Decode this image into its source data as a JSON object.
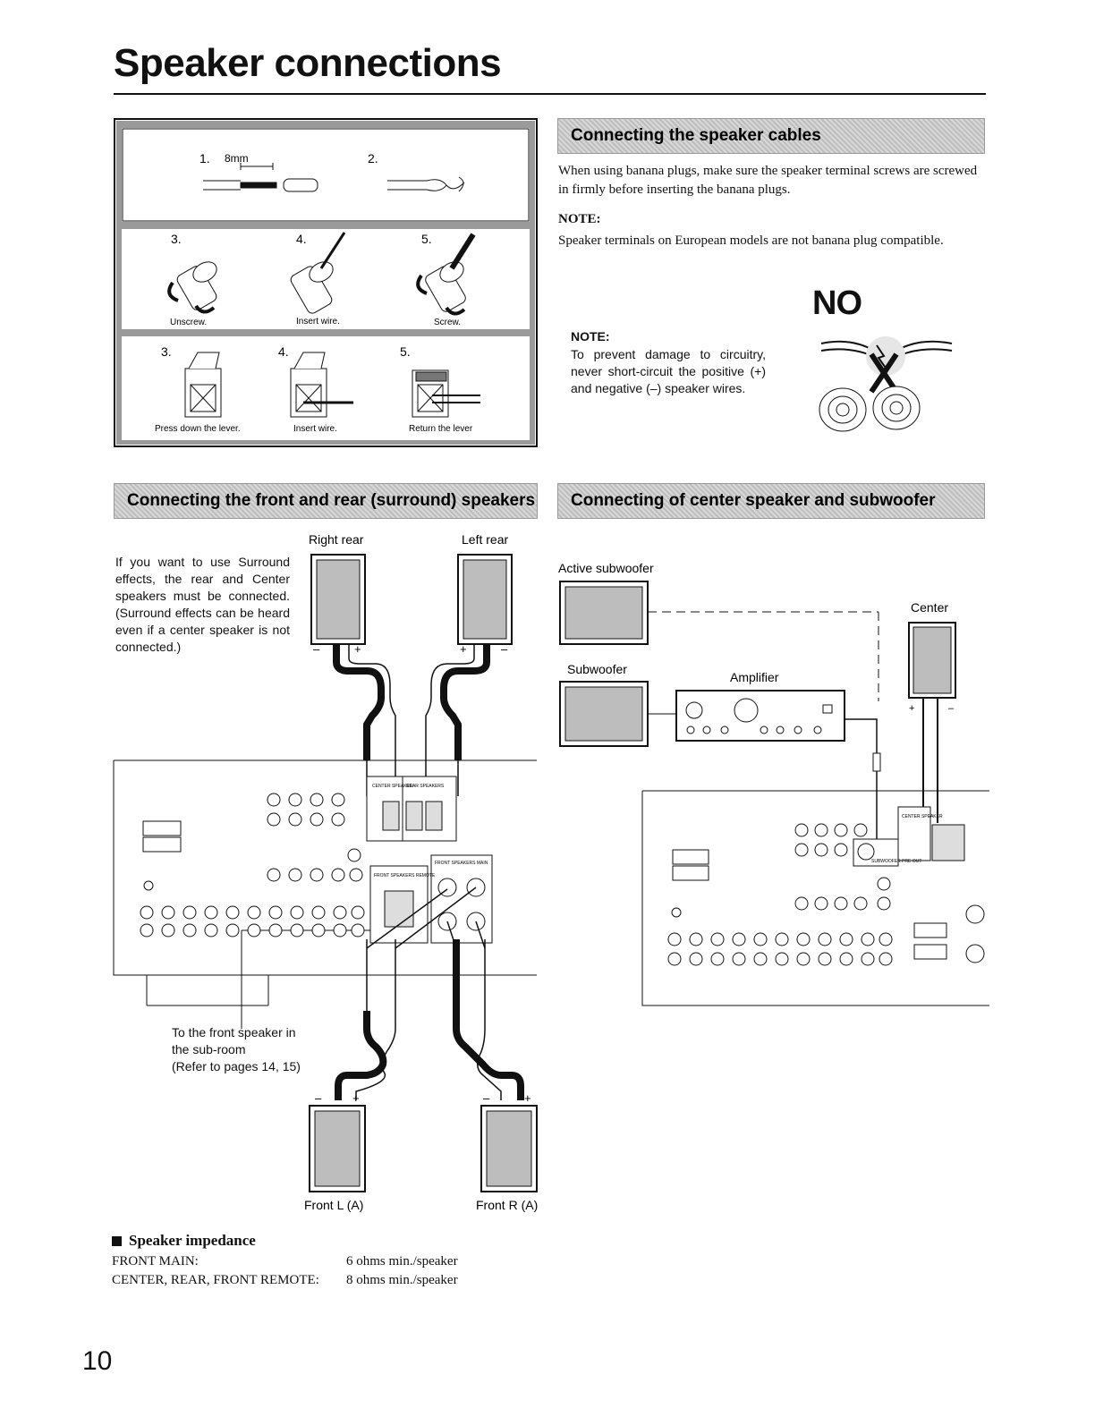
{
  "page": {
    "title": "Speaker connections",
    "page_number": "10"
  },
  "cable_panel": {
    "step1": "1.",
    "step1_measure": "8mm",
    "step2": "2.",
    "row2": {
      "step3": "3.",
      "step4": "4.",
      "step5": "5.",
      "caption3": "Unscrew.",
      "caption4": "Insert wire.",
      "caption5": "Screw."
    },
    "row3": {
      "step3": "3.",
      "step4": "4.",
      "step5": "5.",
      "caption3": "Press down the lever.",
      "caption4": "Insert wire.",
      "caption5": "Return the lever"
    }
  },
  "cables_section": {
    "heading": "Connecting the speaker cables",
    "paragraph": "When using banana plugs, make sure the speaker terminal screws are screwed in firmly before inserting the banana plugs.",
    "note1_title": "NOTE:",
    "note1_text": "Speaker terminals on European models are not banana plug compatible.",
    "no_label": "NO",
    "note2_title": "NOTE:",
    "note2_text": "To prevent damage to circuitry, never short-circuit the positive (+) and negative (–) speaker wires."
  },
  "front_rear_section": {
    "heading": "Connecting the front and rear (surround) speakers",
    "intro": "If you want to use Surround effects, the rear and Center speakers must be connected. (Surround effects can be heard even if a center speaker is not connected.)",
    "right_rear": "Right rear",
    "left_rear": "Left rear",
    "front_l": "Front L (A)",
    "front_r": "Front R (A)",
    "sub_room_note_1": "To the front speaker in",
    "sub_room_note_2": "the sub-room",
    "sub_room_note_3": "(Refer to pages 14, 15)",
    "plus": "+",
    "minus": "–",
    "center_speaker_terminal": "CENTER SPEAKER",
    "rear_speakers_terminal": "REAR SPEAKERS",
    "front_speakers_main": "FRONT SPEAKERS MAIN",
    "front_speakers_remote": "FRONT SPEAKERS REMOTE"
  },
  "center_sub_section": {
    "heading": "Connecting of center speaker and subwoofer",
    "active_subwoofer": "Active subwoofer",
    "subwoofer": "Subwoofer",
    "amplifier": "Amplifier",
    "center": "Center",
    "center_speaker_terminal": "CENTER SPEAKER",
    "subwoofer_out": "SUBWOOFER PRE OUT"
  },
  "impedance": {
    "heading": "Speaker impedance",
    "rows": [
      {
        "label": "FRONT MAIN:",
        "value": "6 ohms min./speaker"
      },
      {
        "label": "CENTER, REAR, FRONT REMOTE:",
        "value": "8 ohms min./speaker"
      }
    ]
  },
  "colors": {
    "ink": "#111111",
    "heading_bar": "#c8c8c8",
    "speaker_grille": "#bdbdbd"
  }
}
